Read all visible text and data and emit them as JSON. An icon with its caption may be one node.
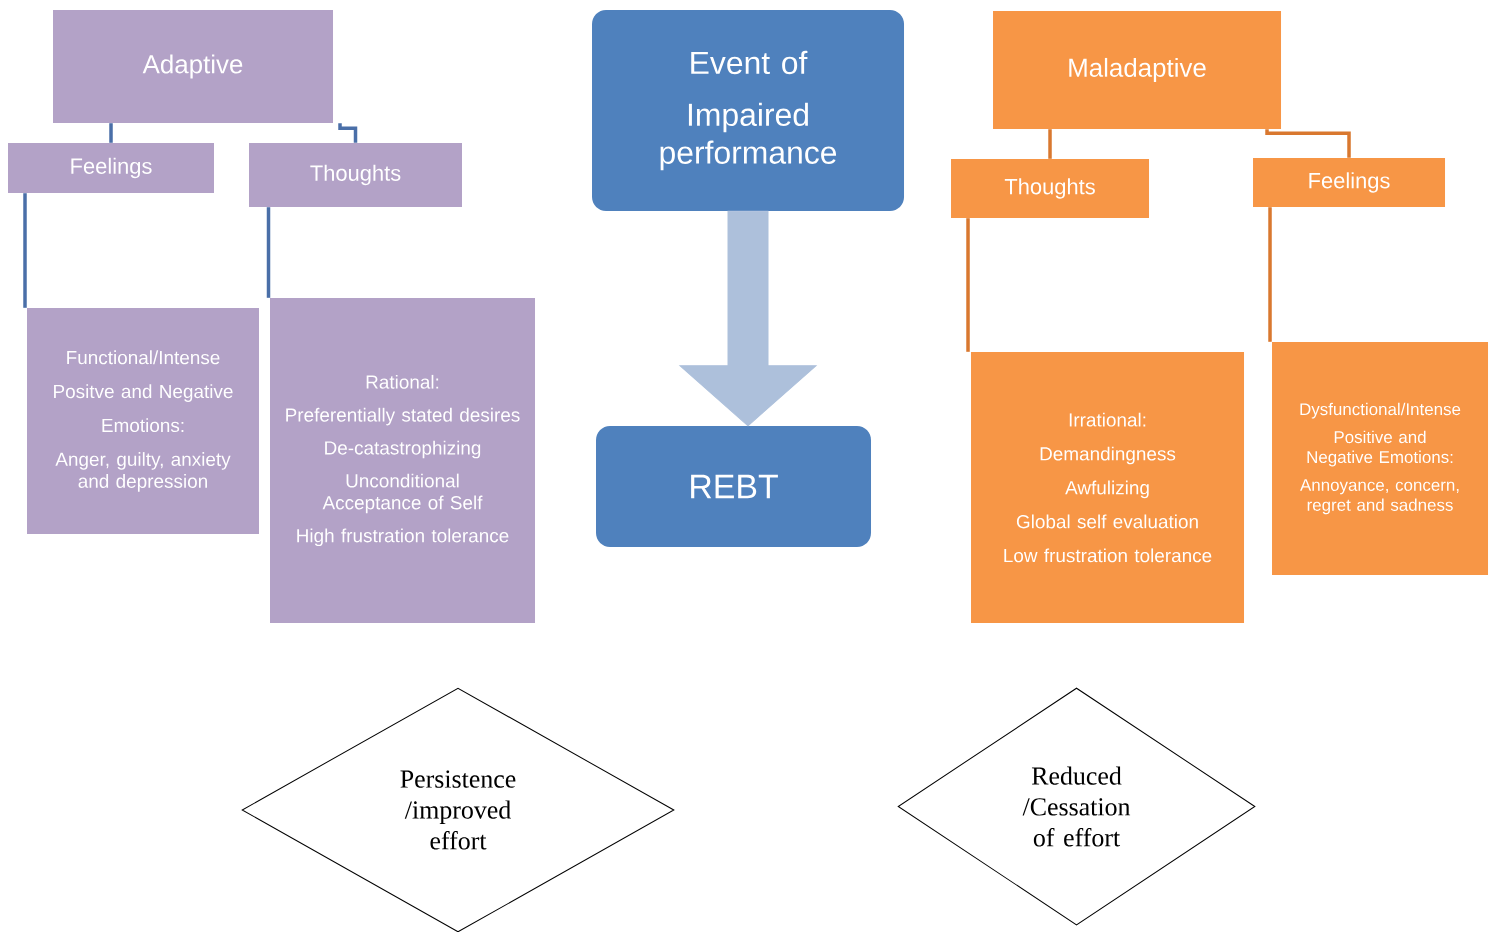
{
  "diagram": {
    "nodes": [
      {
        "text": [
          "Adaptive"
        ]
      },
      {
        "text": [
          "Feelings"
        ]
      },
      {
        "text": [
          "Thoughts"
        ]
      },
      {
        "text": [
          "Functional/Intense",
          "Positve and Negative",
          "Emotions:",
          "Anger,  guilty, anxiety and depression"
        ]
      },
      {
        "text": [
          "Rational:",
          "Preferentially stated desires",
          "De-catastrophizing",
          "Unconditional Acceptance of Self",
          "High frustration tolerance"
        ]
      },
      {
        "text": [
          "Event of",
          "Impaired performance"
        ]
      },
      {
        "text": [
          "REBT"
        ]
      },
      {
        "text": [
          "Maladaptive"
        ]
      },
      {
        "text": [
          "Thoughts"
        ]
      },
      {
        "text": [
          "Feelings"
        ]
      },
      {
        "text": [
          "Irrational:",
          "Demandingness",
          "Awfulizing",
          "Global self evaluation",
          "Low frustration tolerance"
        ]
      },
      {
        "text": [
          "Dysfunctional/Intense",
          "Positive and Negative Emotions:",
          "Annoyance, concern, regret and sadness"
        ]
      },
      {
        "text": [
          "Persistence /improved effort"
        ]
      },
      {
        "text": [
          "Reduced /Cessation of effort"
        ]
      }
    ],
    "edges": [
      {
        "from": 0,
        "to": 1,
        "arrow": "none",
        "color": "#4a6fa8"
      },
      {
        "from": 0,
        "to": 2,
        "arrow": "none",
        "color": "#4a6fa8"
      },
      {
        "from": 1,
        "to": 3,
        "arrow": "none",
        "color": "#4a6fa8"
      },
      {
        "from": 2,
        "to": 4,
        "arrow": "none",
        "color": "#4a6fa8"
      },
      {
        "from": 5,
        "to": 6,
        "arrow": "to",
        "style": "thick",
        "color": "#adc0db"
      },
      {
        "from": 7,
        "to": 8,
        "arrow": "none",
        "color": "#d9782f"
      },
      {
        "from": 7,
        "to": 9,
        "arrow": "none",
        "color": "#d9782f"
      },
      {
        "from": 8,
        "to": 10,
        "arrow": "none",
        "color": "#d9782f"
      },
      {
        "from": 9,
        "to": 11,
        "arrow": "none",
        "color": "#d9782f"
      }
    ]
  }
}
